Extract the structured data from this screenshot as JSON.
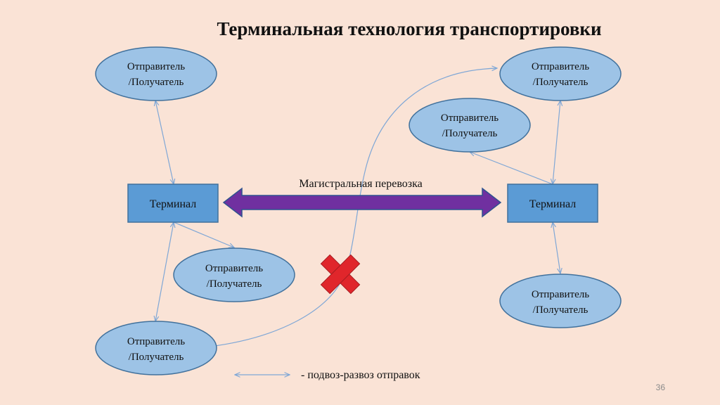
{
  "title": "Терминальная технология транспортировки",
  "node_line1": "Отправитель",
  "node_line2": "/Получатель",
  "terminal_left": "Терминал",
  "terminal_right": "Терминал",
  "main_transport_label": "Магистральная перевозка",
  "legend_text": "- подвоз-развоз отправок",
  "page_number": "36",
  "colors": {
    "background": "#fae3d6",
    "node_fill": "#9dc3e6",
    "node_stroke": "#41719c",
    "terminal_fill": "#5b9bd5",
    "terminal_stroke": "#41719c",
    "arrow_fill": "#7030a0",
    "arrow_stroke": "#2f528f",
    "connector": "#7fa7d6",
    "cross": "#e0262b"
  }
}
